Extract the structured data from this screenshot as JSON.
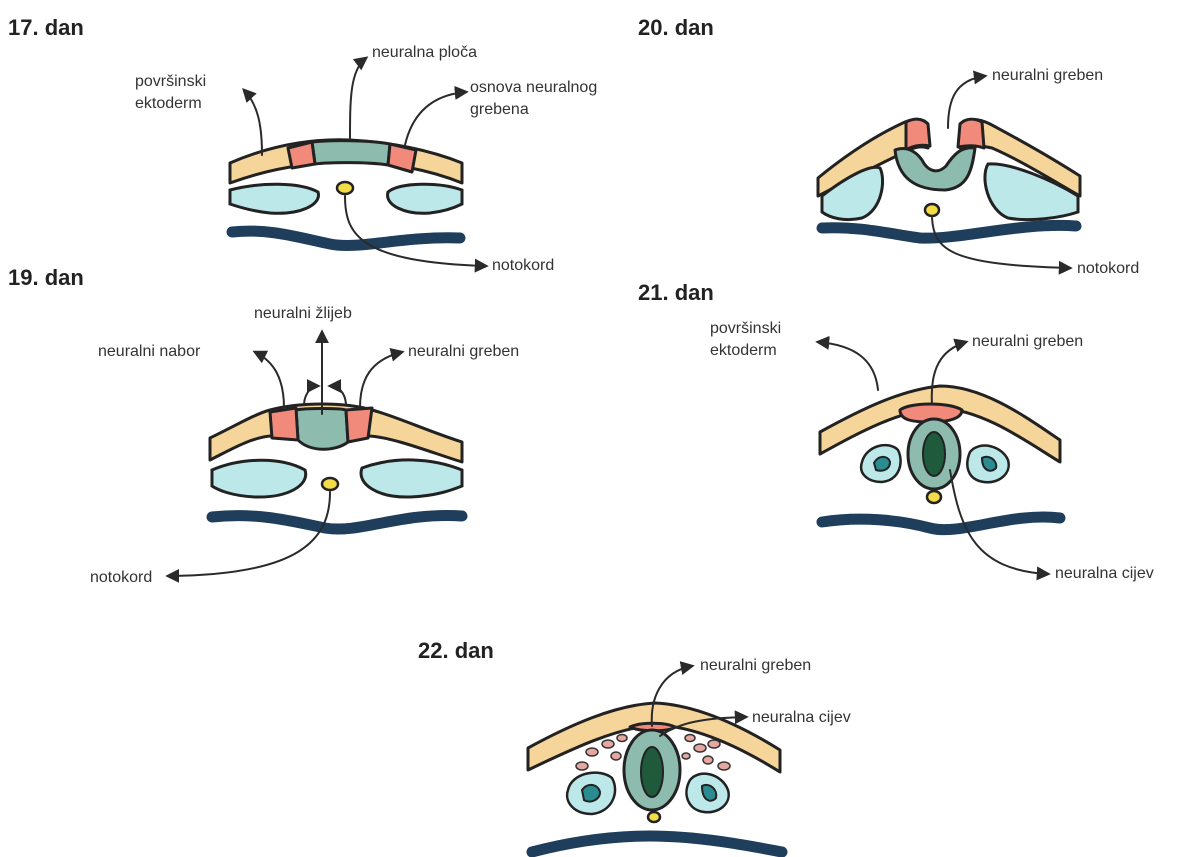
{
  "panels": {
    "day17": {
      "title": "17. dan",
      "labels": {
        "surface_ectoderm": [
          "površinski",
          "ektoderm"
        ],
        "neural_plate": "neuralna ploča",
        "neural_crest_base": [
          "osnova neuralnog",
          "grebena"
        ],
        "notochord": "notokord"
      }
    },
    "day19": {
      "title": "19. dan",
      "labels": {
        "neural_groove": "neuralni žlijeb",
        "neural_fold": "neuralni nabor",
        "neural_crest": "neuralni greben",
        "notochord": "notokord"
      }
    },
    "day20": {
      "title": "20. dan",
      "labels": {
        "neural_crest": "neuralni greben",
        "notochord": "notokord"
      }
    },
    "day21": {
      "title": "21. dan",
      "labels": {
        "surface_ectoderm": [
          "površinski",
          "ektoderm"
        ],
        "neural_crest": "neuralni greben",
        "neural_tube": "neuralna cijev"
      }
    },
    "day22": {
      "title": "22. dan",
      "labels": {
        "neural_crest": "neuralni greben",
        "neural_tube": "neuralna cijev"
      }
    }
  },
  "colors": {
    "surface_ectoderm": "#f6d59a",
    "neural_crest": "#f28a7c",
    "neural_plate": "#8dbcae",
    "mesoderm": "#bde8ea",
    "endoderm": "#1f3e5c",
    "notochord": "#f3dc46",
    "neural_tube_lumen": "#1f5a3c",
    "somite_core": "#2a8c90"
  }
}
